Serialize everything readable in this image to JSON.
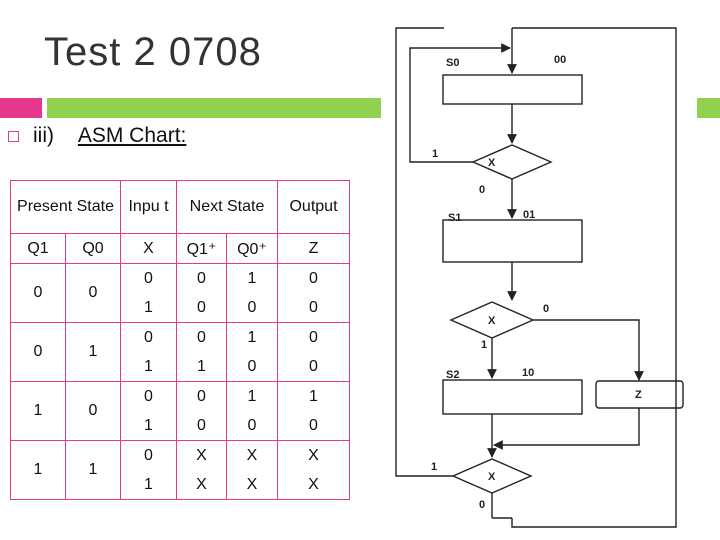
{
  "title": "Test 2 0708",
  "subtitle": {
    "prefix": "iii)",
    "label": "ASM Chart:"
  },
  "table": {
    "headers": {
      "present_state": "Present State",
      "input": "Inpu t",
      "next_state": "Next State",
      "output": "Output"
    },
    "subheaders": [
      "Q1",
      "Q0",
      "X",
      "Q1⁺",
      "Q0⁺",
      "Z"
    ],
    "groups": [
      {
        "q1": "0",
        "q0": "0",
        "rows": [
          [
            "0",
            "0",
            "1",
            "0"
          ],
          [
            "1",
            "0",
            "0",
            "0"
          ]
        ]
      },
      {
        "q1": "0",
        "q0": "1",
        "rows": [
          [
            "0",
            "0",
            "1",
            "0"
          ],
          [
            "1",
            "1",
            "0",
            "0"
          ]
        ]
      },
      {
        "q1": "1",
        "q0": "0",
        "rows": [
          [
            "0",
            "0",
            "1",
            "1"
          ],
          [
            "1",
            "0",
            "0",
            "0"
          ]
        ]
      },
      {
        "q1": "1",
        "q0": "1",
        "rows": [
          [
            "0",
            "X",
            "X",
            "X"
          ],
          [
            "1",
            "X",
            "X",
            "X"
          ]
        ]
      }
    ]
  },
  "asm": {
    "states": [
      {
        "name": "S0",
        "code": "00"
      },
      {
        "name": "S1",
        "code": "01"
      },
      {
        "name": "S2",
        "code": "10"
      }
    ],
    "decision_var": "X",
    "output_box": "Z",
    "edge_labels": {
      "d1_true": "1",
      "d1_false": "0",
      "d2_true": "1",
      "d2_false": "0",
      "d3_true": "1",
      "d3_false": "0"
    }
  }
}
